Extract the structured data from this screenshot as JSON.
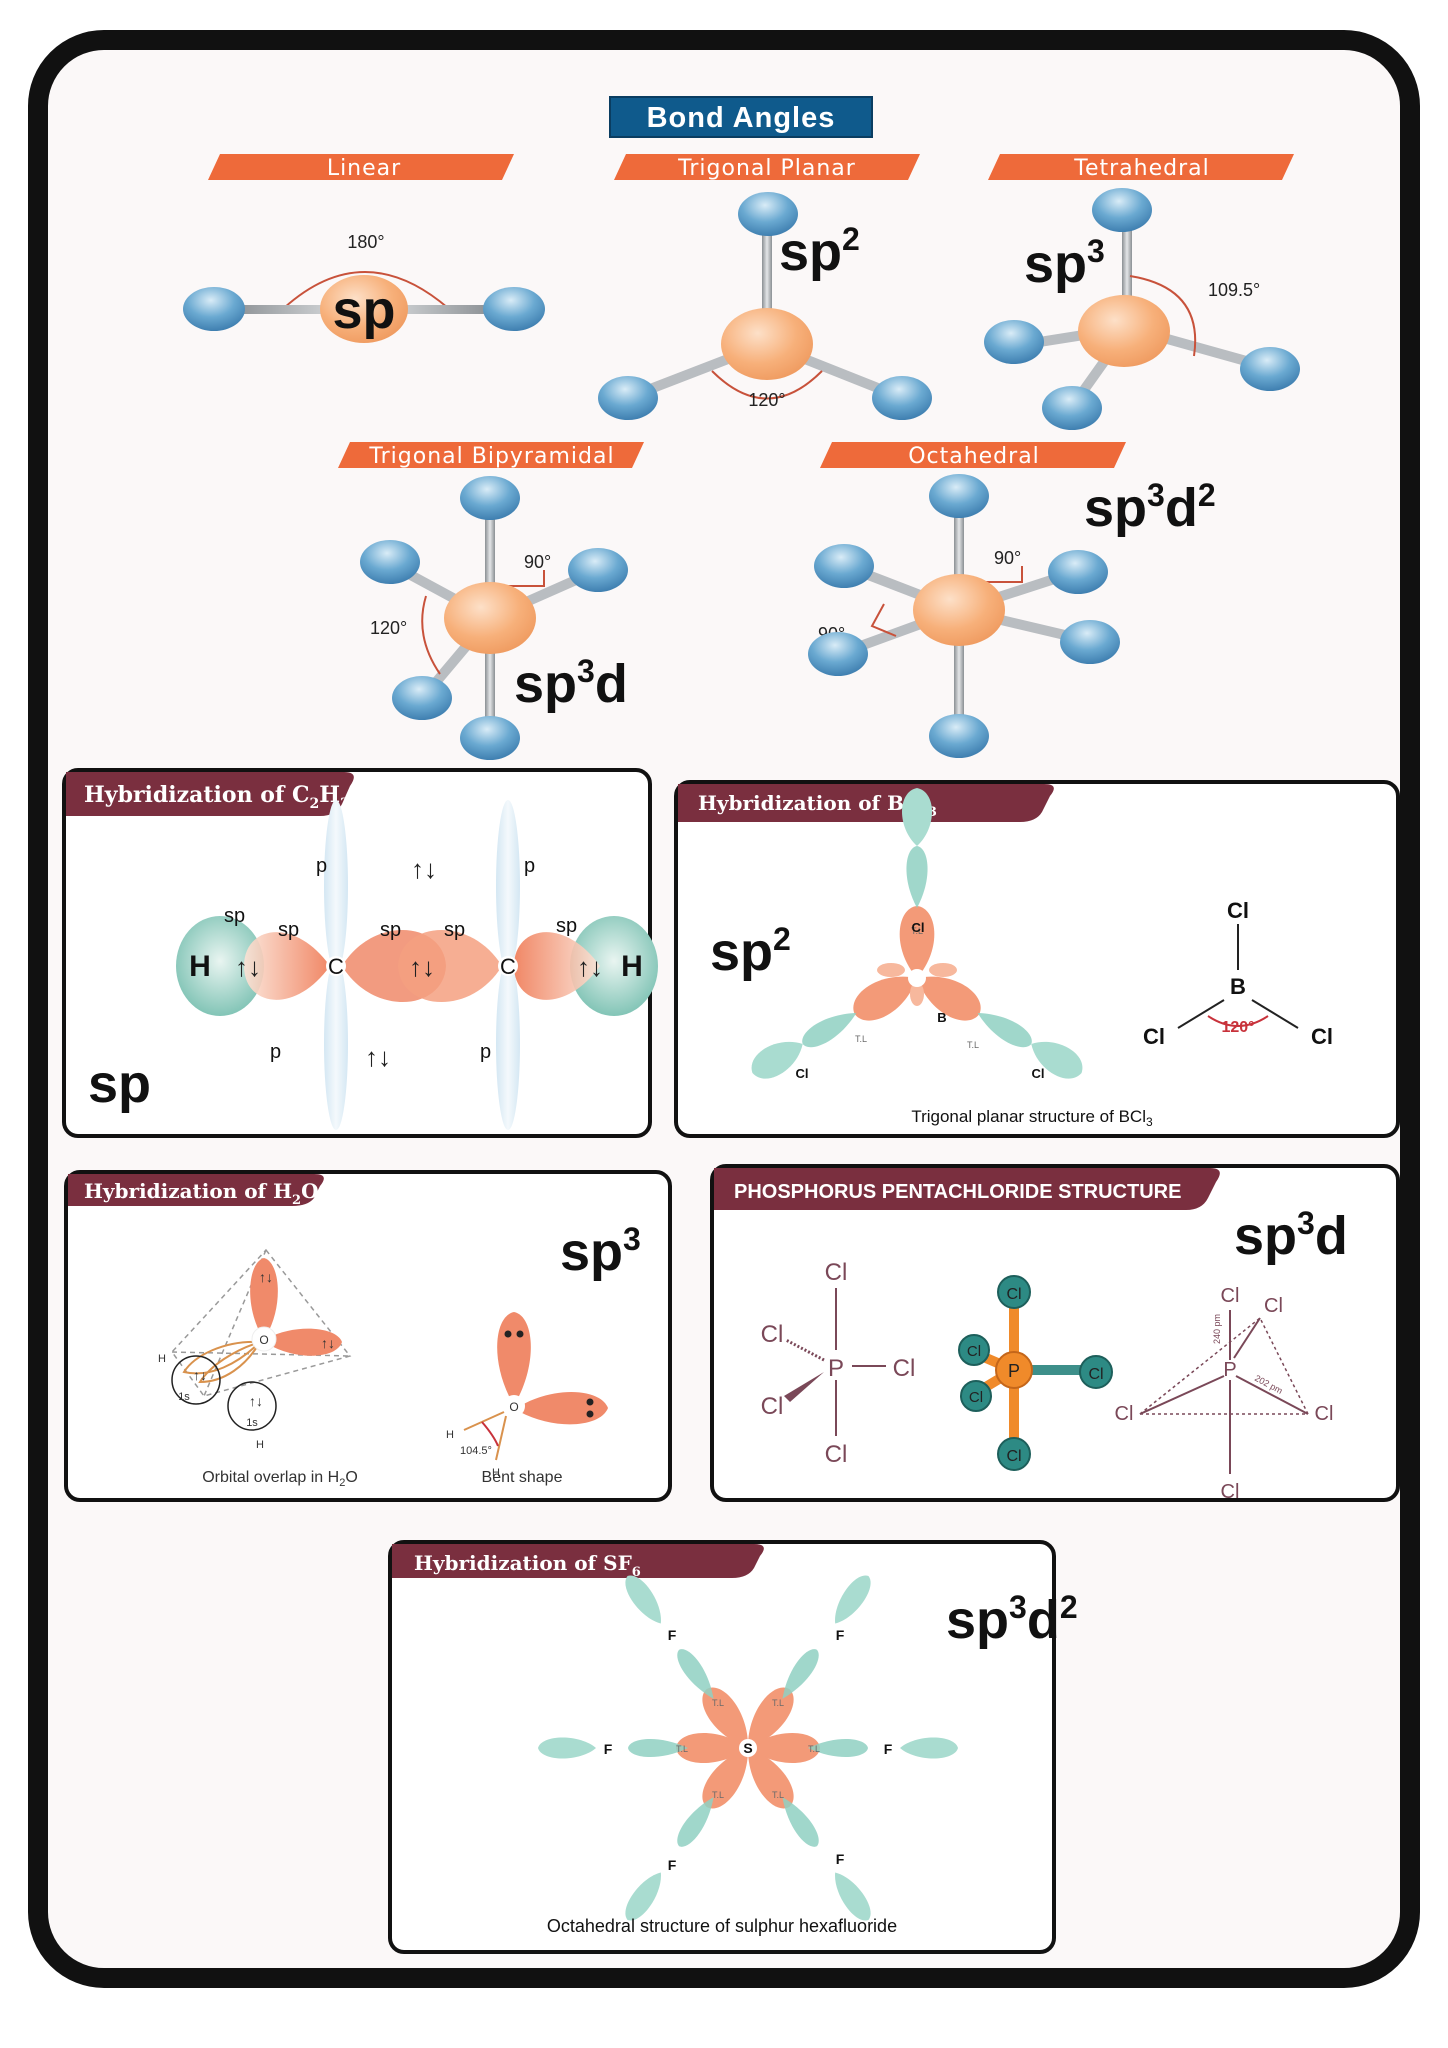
{
  "title": "Bond Angles",
  "colors": {
    "banner": "#ee6a3a",
    "title_bg": "#0f5a8c",
    "atom_center": "#f7b07a",
    "atom_outer": "#5d9ec8",
    "section_header": "#7a2f3f",
    "orbital_teal": "#7fc6b8",
    "orbital_salmon": "#f08a6a"
  },
  "geometries": {
    "linear": {
      "name": "Linear",
      "hyb": "sp",
      "angle": "180°"
    },
    "trigonal_planar": {
      "name": "Trigonal Planar",
      "hyb_base": "sp",
      "hyb_sup": "2",
      "angle": "120°"
    },
    "tetrahedral": {
      "name": "Tetrahedral",
      "hyb_base": "sp",
      "hyb_sup": "3",
      "angle": "109.5°"
    },
    "trigonal_bipyramidal": {
      "name": "Trigonal Bipyramidal",
      "hyb_base": "sp",
      "hyb_sup": "3",
      "hyb_tail": "d",
      "angle_a": "90°",
      "angle_b": "120°"
    },
    "octahedral": {
      "name": "Octahedral",
      "hyb_base": "sp",
      "hyb_sup": "3",
      "hyb_mid": "d",
      "hyb_sup2": "2",
      "angle_a": "90°",
      "angle_b": "90°"
    }
  },
  "c2h2": {
    "title_pre": "Hybridization of C",
    "title_sub1": "2",
    "title_mid": "H",
    "title_sub2": "2",
    "hyb": "sp",
    "labels": {
      "sp": "sp",
      "p": "p",
      "H": "H",
      "C": "C",
      "pair": "↑↓"
    }
  },
  "bcl3": {
    "title_pre": "Hybridization of BCl",
    "title_sub": "3",
    "hyb_base": "sp",
    "hyb_sup": "2",
    "cl": "Cl",
    "b": "B",
    "angle": "120°",
    "tl": "T.L",
    "caption_pre": "Trigonal planar structure of BCl",
    "caption_sub": "3"
  },
  "h2o": {
    "title_pre": "Hybridization of H",
    "title_sub": "2",
    "title_post": "O",
    "hyb_base": "sp",
    "hyb_sup": "3",
    "o": "O",
    "h": "H",
    "s1": "1s",
    "pair": "↑↓",
    "angle": "104.5°",
    "caption1_pre": "Orbital overlap in H",
    "caption1_sub": "2",
    "caption1_post": "O",
    "caption2": "Bent shape"
  },
  "pcl5": {
    "title": "PHOSPHORUS PENTACHLORIDE STRUCTURE",
    "hyb_base": "sp",
    "hyb_sup": "3",
    "hyb_tail": "d",
    "cl": "Cl",
    "p": "P",
    "len1": "240 pm",
    "len2": "202 pm"
  },
  "sf6": {
    "title_pre": "Hybridization of SF",
    "title_sub": "6",
    "hyb_base": "sp",
    "hyb_sup": "3",
    "hyb_mid": "d",
    "hyb_sup2": "2",
    "f": "F",
    "s": "S",
    "tl": "T.L",
    "caption": "Octahedral structure of sulphur hexafluoride"
  }
}
